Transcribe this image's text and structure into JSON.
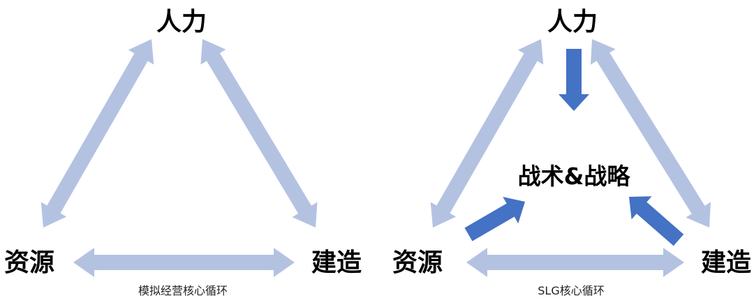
{
  "colors": {
    "cycle_arrow": "#b4c2e2",
    "focus_arrow": "#4472c4"
  },
  "left_diagram": {
    "top_node": "人力",
    "left_node": "资源",
    "right_node": "建造",
    "caption": "模拟经营核心循环"
  },
  "right_diagram": {
    "top_node": "人力",
    "left_node": "资源",
    "right_node": "建造",
    "center_node": "战术&战略",
    "caption": "SLG核心循环"
  }
}
